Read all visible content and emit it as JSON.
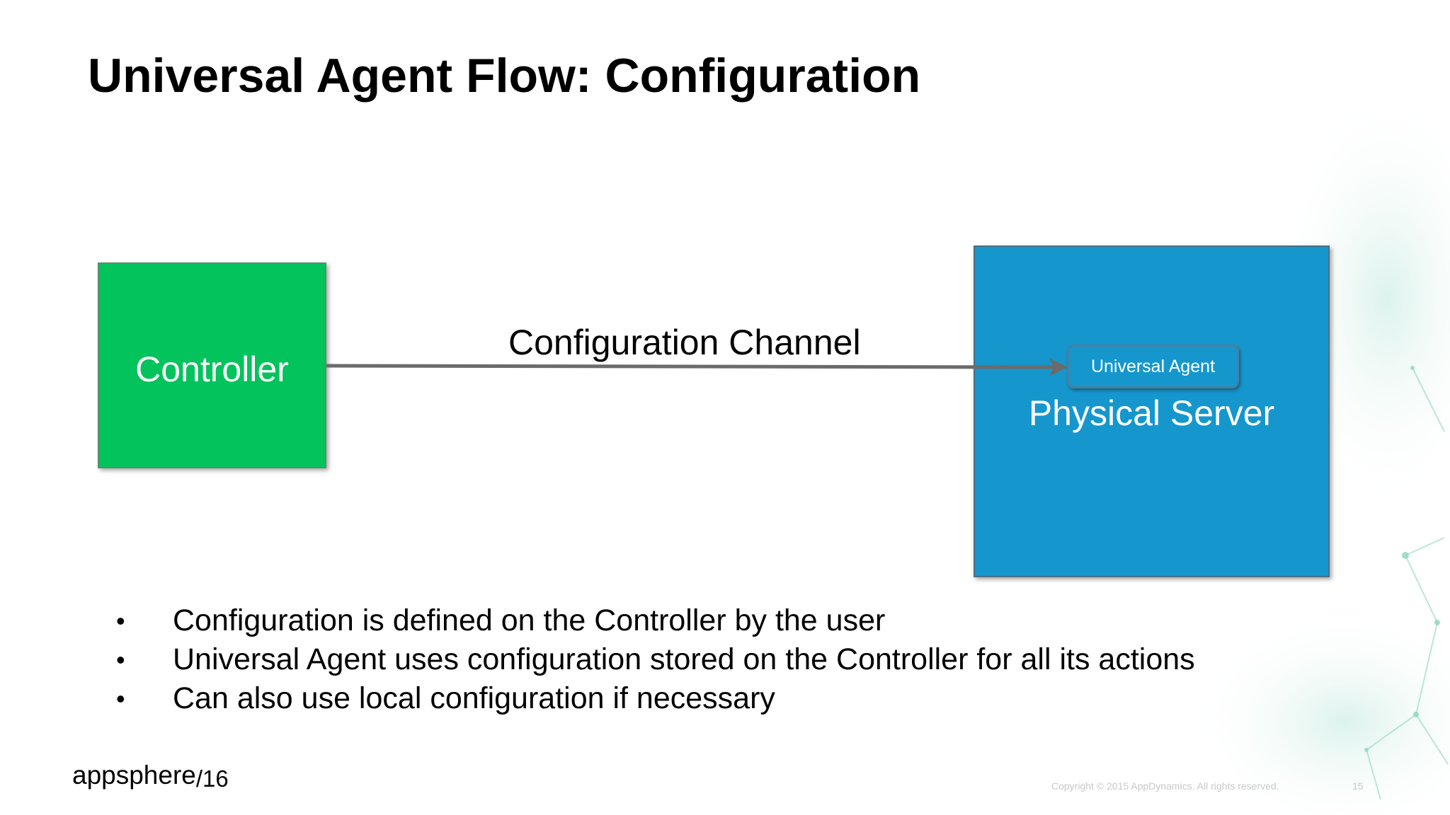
{
  "slide": {
    "title": "Universal Agent Flow: Configuration"
  },
  "diagram": {
    "controller_label": "Controller",
    "server_label": "Physical Server",
    "agent_label": "Universal Agent",
    "channel_label": "Configuration Channel",
    "colors": {
      "controller": "#02c35c",
      "server": "#1597cd",
      "arrow": "#6b6b6b"
    }
  },
  "bullets": [
    "Configuration is defined on the Controller by the user",
    "Universal Agent uses configuration stored on the Controller for all its actions",
    "Can also use local configuration if necessary"
  ],
  "bullet_glyph": "•",
  "footer": {
    "logo_text": "appsphere",
    "logo_year": "/16",
    "copyright": "Copyright © 2015 AppDynamics. All rights reserved.",
    "page_number": "15"
  }
}
